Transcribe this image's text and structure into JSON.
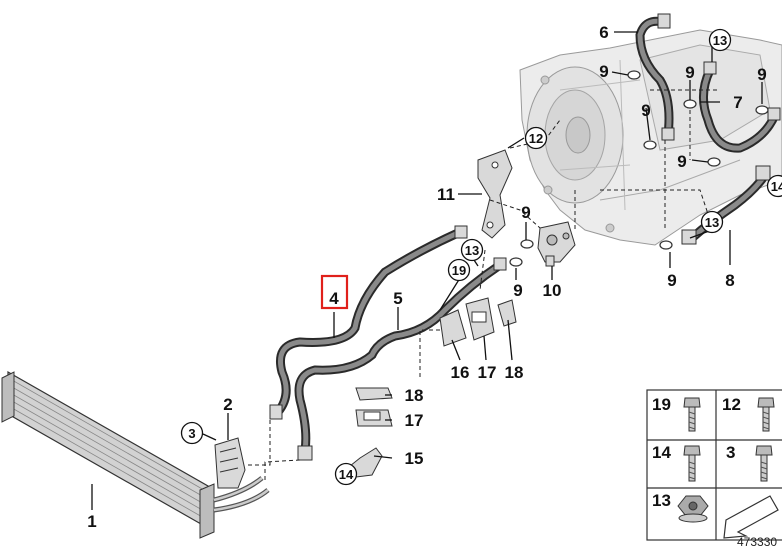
{
  "callouts": {
    "c1": "1",
    "c2": "2",
    "c3": "3",
    "c4": "4",
    "c5": "5",
    "c6": "6",
    "c7": "7",
    "c8": "8",
    "c9a": "9",
    "c9b": "9",
    "c9c": "9",
    "c9d": "9",
    "c9e": "9",
    "c9f": "9",
    "c9g": "9",
    "c9h": "9",
    "c10": "10",
    "c11": "11",
    "c12": "12",
    "c13a": "13",
    "c13b": "13",
    "c13c": "13",
    "c14a": "14",
    "c14b": "14",
    "c15": "15",
    "c16": "16",
    "c17a": "17",
    "c17b": "17",
    "c18a": "18",
    "c18b": "18",
    "c19": "19"
  },
  "fastener_table": {
    "r1a": "19",
    "r1b": "12",
    "r2a": "14",
    "r2b": "3",
    "r3a": "13"
  },
  "image_number": "473330",
  "highlight_color": "#e0201b"
}
